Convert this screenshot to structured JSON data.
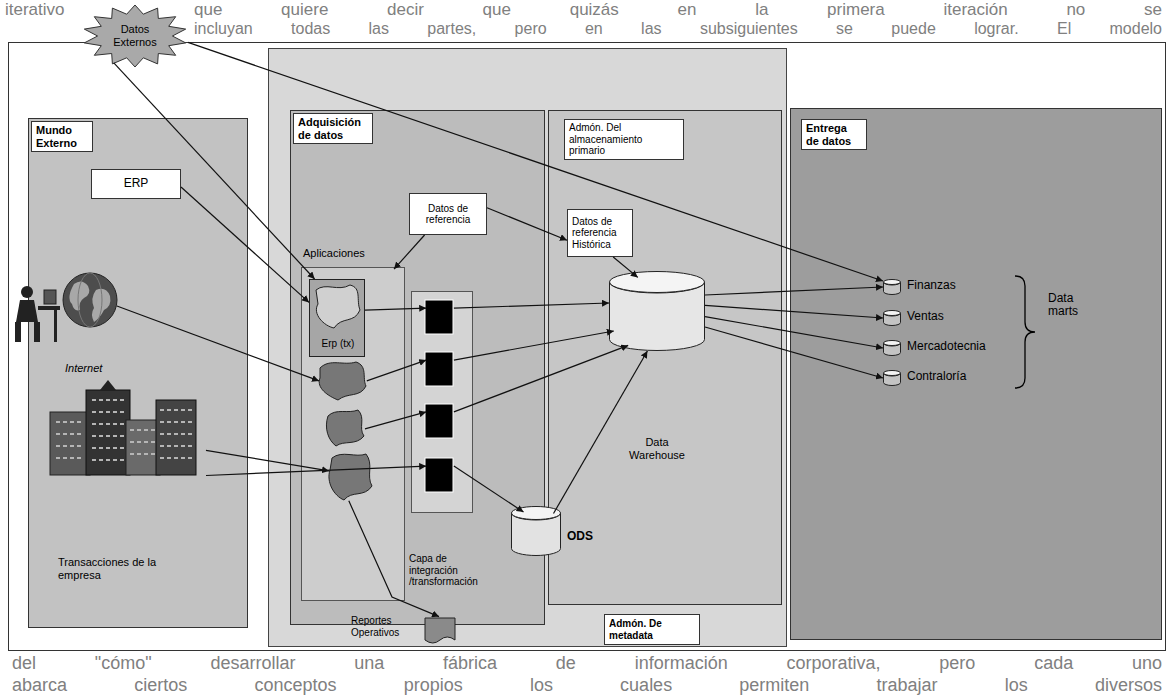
{
  "diagram": {
    "nodes": [
      {
        "text": [
          "Datos Externos"
        ]
      },
      {
        "text": [
          "Mundo Externo"
        ]
      },
      {
        "text": [
          "ERP"
        ],
        "in": 1
      },
      {
        "text": [
          "Internet"
        ],
        "in": 1
      },
      {
        "text": [
          "Transacciones de la empresa"
        ],
        "in": 1
      },
      {
        "text": [
          "Adquisición de datos"
        ]
      },
      {
        "text": [
          "Datos de referencia"
        ],
        "in": 5
      },
      {
        "text": [
          "Aplicaciones"
        ],
        "in": 5
      },
      {
        "text": [
          "Erp (tx)"
        ],
        "in": 7
      },
      {
        "text": [
          "Capa de integración /transformación"
        ],
        "in": 5
      },
      {
        "text": [
          "Reportes Operativos"
        ],
        "in": 5
      },
      {
        "text": [
          "Admón. Del almacenamiento primario"
        ]
      },
      {
        "text": [
          "Datos de referencia Histórica"
        ],
        "in": 11
      },
      {
        "text": [
          "ODS"
        ],
        "in": 11
      },
      {
        "text": [
          "Data Warehouse"
        ],
        "in": 11
      },
      {
        "text": [
          "Admón. De metadata"
        ]
      },
      {
        "text": [
          "Entrega de datos"
        ]
      },
      {
        "text": [
          "Finanzas"
        ],
        "in": 16
      },
      {
        "text": [
          "Ventas"
        ],
        "in": 16
      },
      {
        "text": [
          "Mercadotecnia"
        ],
        "in": 16
      },
      {
        "text": [
          "Contraloría"
        ],
        "in": 16
      }
    ],
    "edges": [
      {
        "from": 0,
        "to": 8,
        "arrow": "to"
      },
      {
        "from": 0,
        "to": 17,
        "arrow": "to"
      },
      {
        "from": 2,
        "to": 8,
        "arrow": "to"
      },
      {
        "from": 3,
        "to": 7,
        "arrow": "to"
      },
      {
        "from": 4,
        "to": 7,
        "arrow": "to"
      },
      {
        "from": 4,
        "to": 9,
        "arrow": "to"
      },
      {
        "from": 6,
        "to": 7,
        "arrow": "to"
      },
      {
        "from": 6,
        "to": 12,
        "arrow": "to"
      },
      {
        "from": 12,
        "to": 14,
        "arrow": "to"
      },
      {
        "from": 8,
        "to": 9,
        "arrow": "to"
      },
      {
        "from": 7,
        "to": 9,
        "arrow": "to"
      },
      {
        "from": 7,
        "to": 9,
        "arrow": "to"
      },
      {
        "from": 9,
        "to": 14,
        "arrow": "to"
      },
      {
        "from": 9,
        "to": 14,
        "arrow": "to"
      },
      {
        "from": 9,
        "to": 14,
        "arrow": "to"
      },
      {
        "from": 9,
        "to": 13,
        "arrow": "to"
      },
      {
        "from": 13,
        "to": 14,
        "arrow": "to"
      },
      {
        "from": 14,
        "to": 17,
        "arrow": "to"
      },
      {
        "from": 14,
        "to": 18,
        "arrow": "to"
      },
      {
        "from": 14,
        "to": 19,
        "arrow": "to"
      },
      {
        "from": 14,
        "to": 20,
        "arrow": "to"
      },
      {
        "from": 7,
        "to": 10,
        "arrow": "to"
      }
    ],
    "labels": [
      "iterativo",
      "que quiere decir que quizás en la primera iteración no se",
      "incluyan todas las partes, pero en las subsiguientes se puede lograr. El modelo",
      "Data marts",
      "del \"cómo\" desarrollar una fábrica de información corporativa, pero cada uno",
      "abarca ciertos conceptos propios los cuales permiten trabajar los diversos"
    ]
  }
}
